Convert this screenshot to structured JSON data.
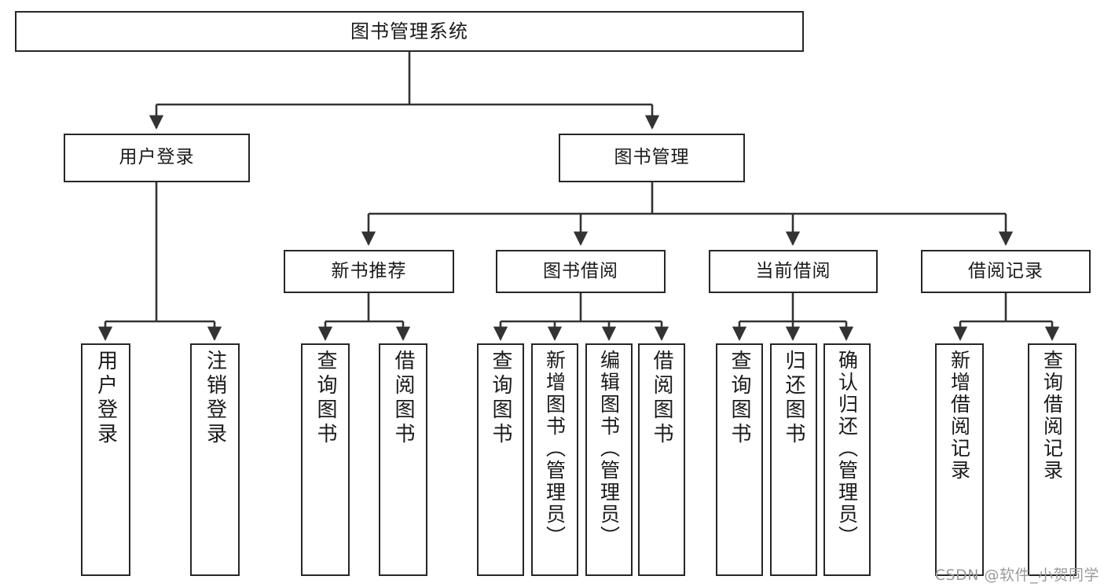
{
  "diagram": {
    "title": "图书管理系统",
    "type": "hierarchy-tree",
    "root": {
      "label": "图书管理系统"
    },
    "level2": [
      {
        "label": "用户登录"
      },
      {
        "label": "图书管理"
      }
    ],
    "level3": [
      {
        "label": "新书推荐"
      },
      {
        "label": "图书借阅"
      },
      {
        "label": "当前借阅"
      },
      {
        "label": "借阅记录"
      }
    ],
    "leaves": [
      {
        "label": "用户登录"
      },
      {
        "label": "注销登录"
      },
      {
        "label": "查询图书"
      },
      {
        "label": "借阅图书"
      },
      {
        "label": "查询图书"
      },
      {
        "label": "新增图书（管理员）"
      },
      {
        "label": "编辑图书（管理员）"
      },
      {
        "label": "借阅图书"
      },
      {
        "label": "查询图书"
      },
      {
        "label": "归还图书"
      },
      {
        "label": "确认归还（管理员）"
      },
      {
        "label": "新增借阅记录"
      },
      {
        "label": "查询借阅记录"
      }
    ]
  },
  "watermark": {
    "text": "CSDN @软件_小贺同学"
  },
  "colors": {
    "background": "#ffffff",
    "border": "#262626",
    "text": "#1a1a1a",
    "edge": "#333333",
    "watermark": "#9a9a9a"
  }
}
